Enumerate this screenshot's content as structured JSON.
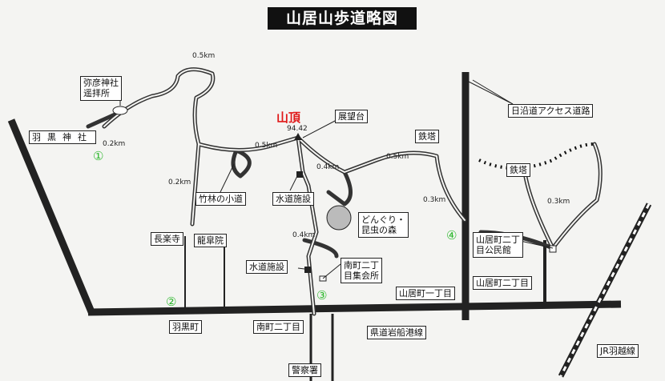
{
  "title": "山居山歩道略図",
  "summit": {
    "label": "山頂",
    "elevation": "94.42",
    "observatory": "展望台"
  },
  "places": {
    "shrine": "羽黒神社",
    "shrine_hall": "弥彦神社\n遥拝所",
    "bamboo_path": "竹林の小道",
    "water_facility_upper": "水道施設",
    "water_facility_lower": "水道施設",
    "forest": "どんぐり・\n昆虫の森",
    "chorakuji": "長楽寺",
    "ryukoin": "龍皐院",
    "minami_hall": "南町二丁\n目集会所",
    "sanchome_hall": "山居町二丁\n目公民館",
    "tower1": "鉄塔",
    "tower2": "鉄塔",
    "nichien_road": "日沿道アクセス道路",
    "yamai1": "山居町一丁目",
    "yamai2": "山居町二丁目",
    "haguro_town": "羽黒町",
    "minami2": "南町二丁目",
    "police": "警察署",
    "prefectural_road": "県道岩船港線",
    "jr_line": "JR羽越線"
  },
  "distances": [
    "0.5km",
    "0.2km",
    "0.5km",
    "0.2km",
    "0.4km",
    "0.5km",
    "0.3km",
    "0.4km",
    "0.3km"
  ],
  "entrances": [
    "①",
    "②",
    "③",
    "④"
  ],
  "colors": {
    "trail": "#333333",
    "road": "#222222",
    "summit": "#e01818",
    "entrance": "#2eb82e"
  }
}
